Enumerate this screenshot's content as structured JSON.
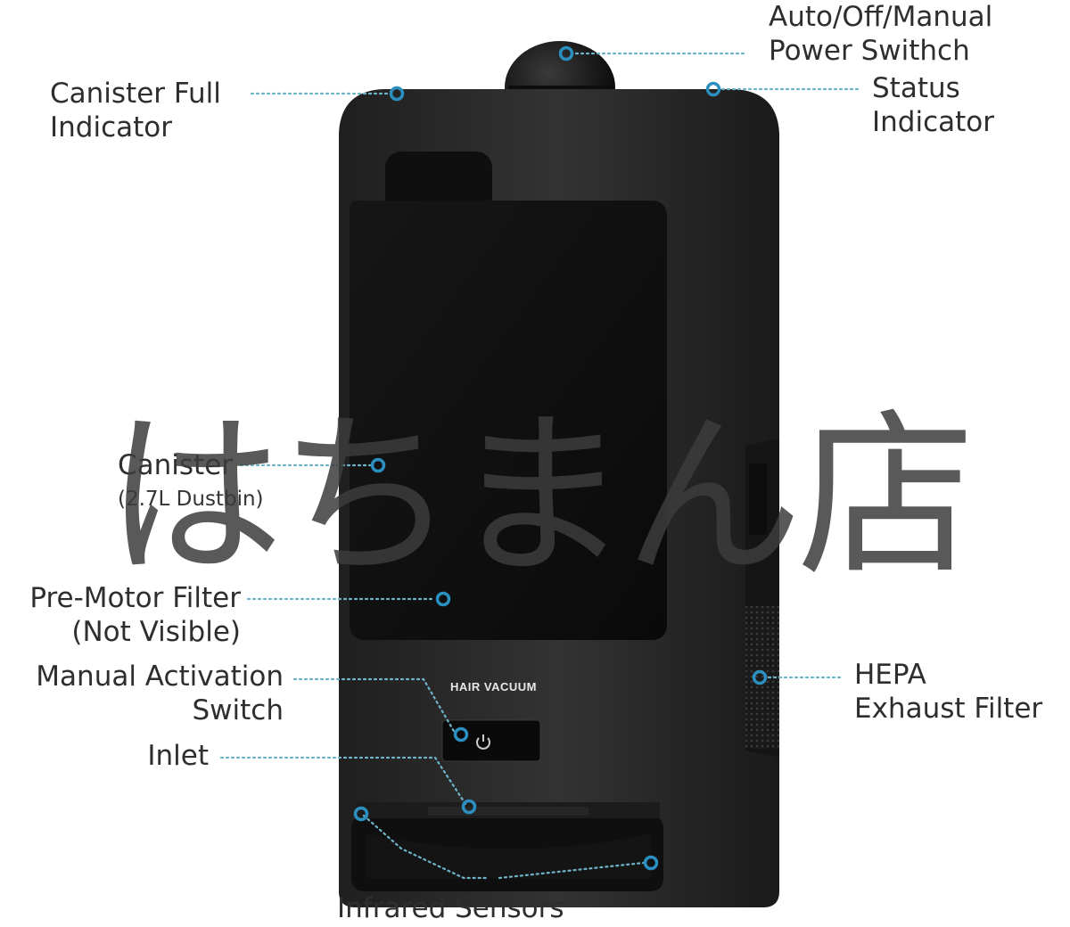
{
  "product": {
    "name": "Hair vacuum",
    "body_text": "HAIR VACUUM"
  },
  "callouts": {
    "power_switch": {
      "line1": "Auto/Off/Manual",
      "line2": "Power Swithch"
    },
    "canister_full": {
      "line1": "Canister Full",
      "line2": "Indicator"
    },
    "status": {
      "line1": "Status",
      "line2": "Indicator"
    },
    "canister": {
      "line1": "Canister",
      "line2": "(2.7L Dustbin)"
    },
    "pre_motor_filter": {
      "line1": "Pre-Motor Filter",
      "line2": "(Not Visible)"
    },
    "manual_activation": {
      "line1": "Manual Activation",
      "line2": "Switch"
    },
    "hepa": {
      "line1": "HEPA",
      "line2": "Exhaust Filter"
    },
    "inlet": {
      "line1": "Inlet"
    },
    "infrared": {
      "line1": "Infrared Sensors"
    }
  },
  "watermark": {
    "text": "はちまん店"
  },
  "colors": {
    "leader": "#6fb3c8",
    "marker": "#2b8fc0",
    "body": "#2a2a2a",
    "panel": "#111111"
  },
  "icons": {
    "power": "power-icon"
  }
}
